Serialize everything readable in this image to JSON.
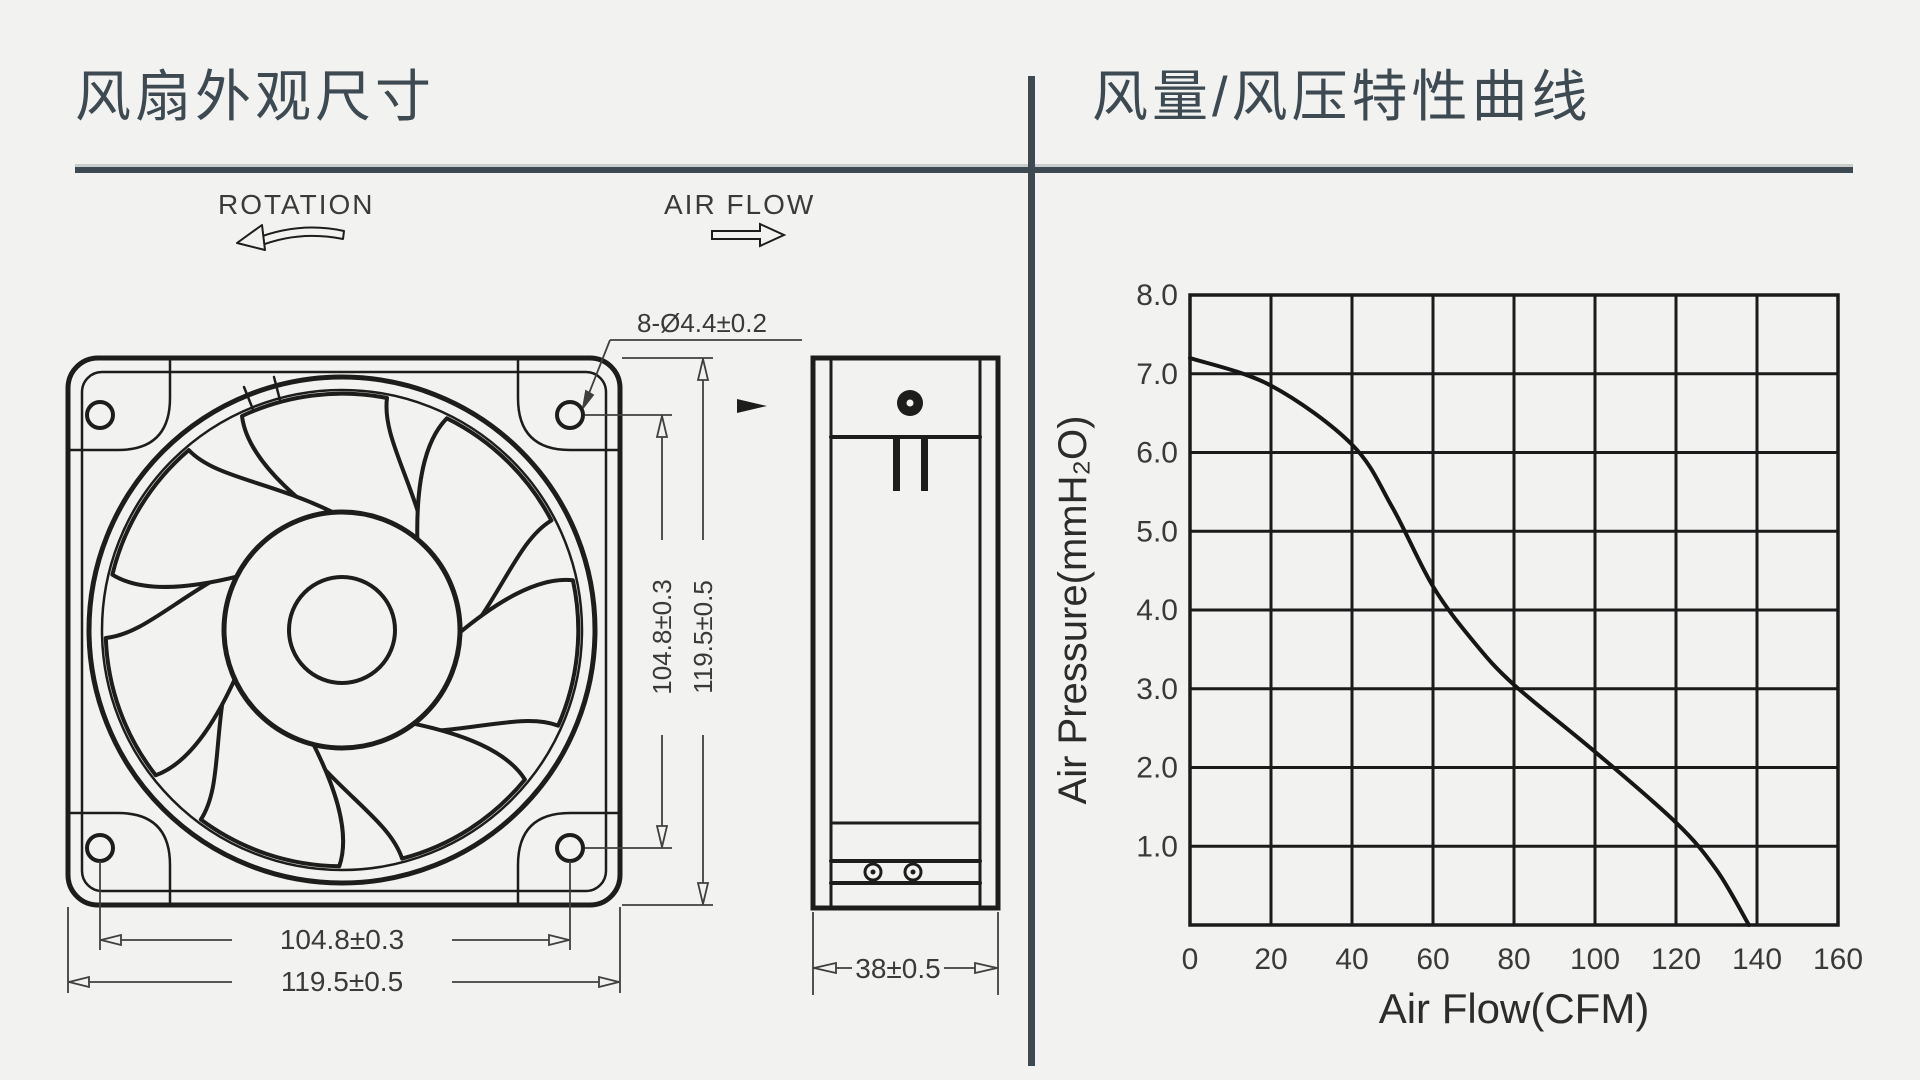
{
  "colors": {
    "background": "#f2f2f0",
    "accent": "#3d4a51",
    "ink": "#1d1d1b",
    "dim_lines": "#3f3f3f"
  },
  "header": {
    "left_title": "风扇外观尺寸",
    "right_title": "风量/风压特性曲线"
  },
  "drawing": {
    "rotation_label": "ROTATION",
    "airflow_label": "AIR FLOW",
    "holes_label": "8-Ø4.4±0.2",
    "front_width_inner": "104.8±0.3",
    "front_width_outer": "119.5±0.5",
    "front_height_inner": "104.8±0.3",
    "front_height_outer": "119.5±0.5",
    "side_depth": "38±0.5"
  },
  "chart_data": {
    "type": "line",
    "title": "风量/风压特性曲线",
    "xlabel": "Air Flow(CFM)",
    "ylabel": "Air Pressure(mmH₂O)",
    "xlim": [
      0,
      160
    ],
    "ylim": [
      0,
      8
    ],
    "xticks": [
      "0",
      "20",
      "40",
      "60",
      "80",
      "100",
      "120",
      "140",
      "160"
    ],
    "yticks": [
      "1.0",
      "2.0",
      "3.0",
      "4.0",
      "5.0",
      "6.0",
      "7.0",
      "8.0"
    ],
    "grid": true,
    "legend": "none",
    "series": [
      {
        "name": "pressure-flow-curve",
        "points": [
          [
            0,
            7.2
          ],
          [
            20,
            6.85
          ],
          [
            40,
            6.1
          ],
          [
            50,
            5.3
          ],
          [
            60,
            4.3
          ],
          [
            70,
            3.6
          ],
          [
            80,
            3.05
          ],
          [
            100,
            2.2
          ],
          [
            120,
            1.3
          ],
          [
            130,
            0.7
          ],
          [
            138,
            0
          ]
        ]
      }
    ]
  }
}
